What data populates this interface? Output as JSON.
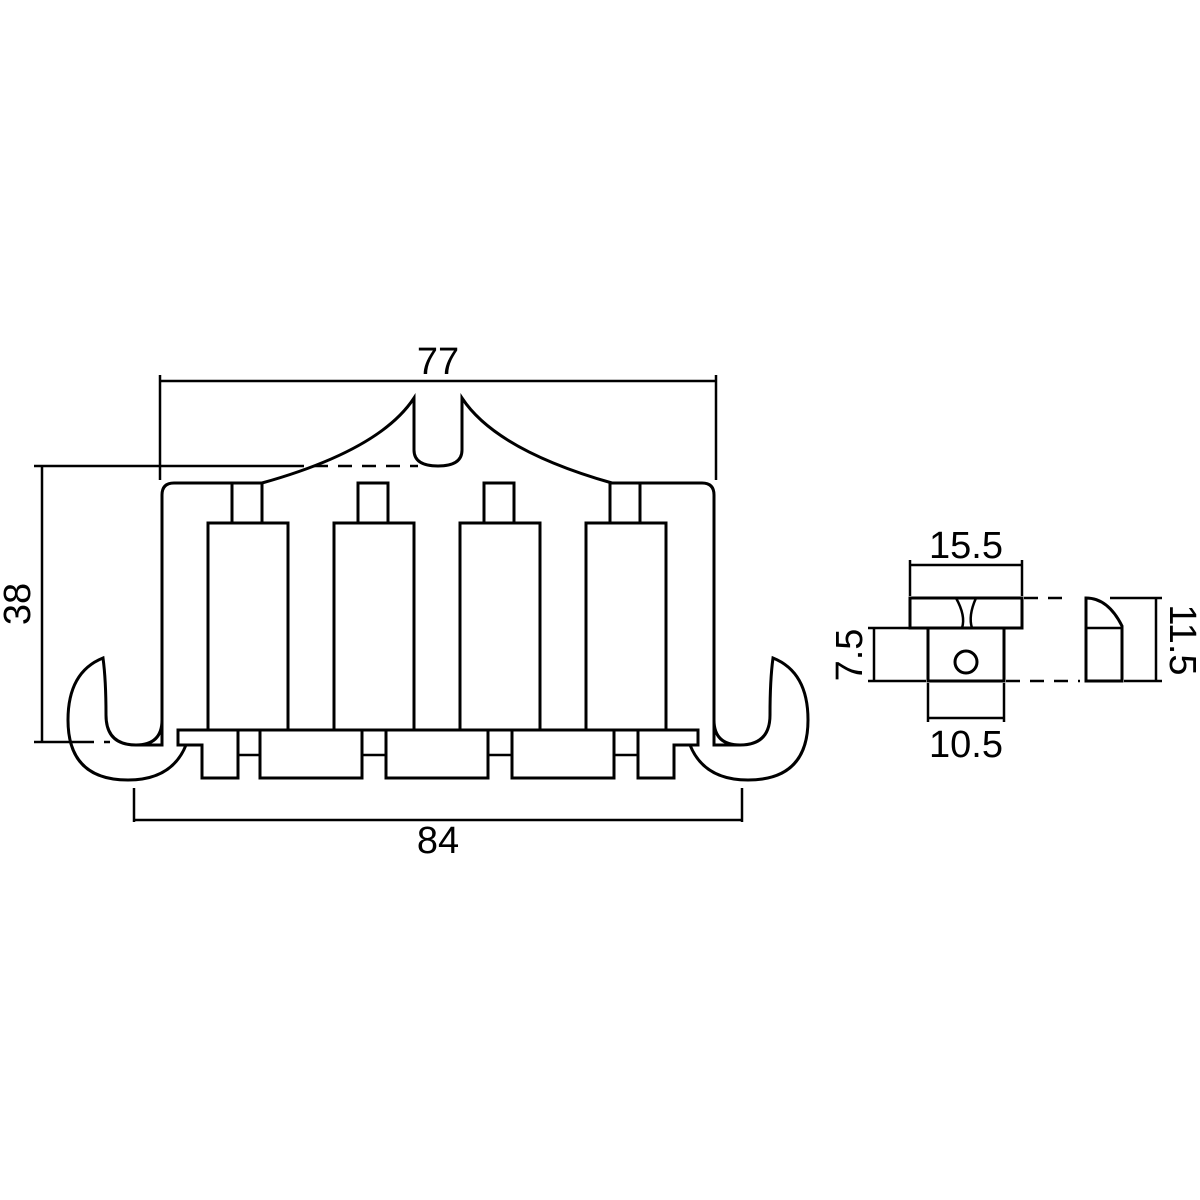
{
  "dimensions": {
    "top_width": "77",
    "bottom_width": "84",
    "height": "38",
    "saddle_width": "15.5",
    "saddle_base_width": "10.5",
    "saddle_height": "7.5",
    "saddle_side_height": "11.5"
  },
  "colors": {
    "line": "#000000",
    "background": "#ffffff"
  }
}
